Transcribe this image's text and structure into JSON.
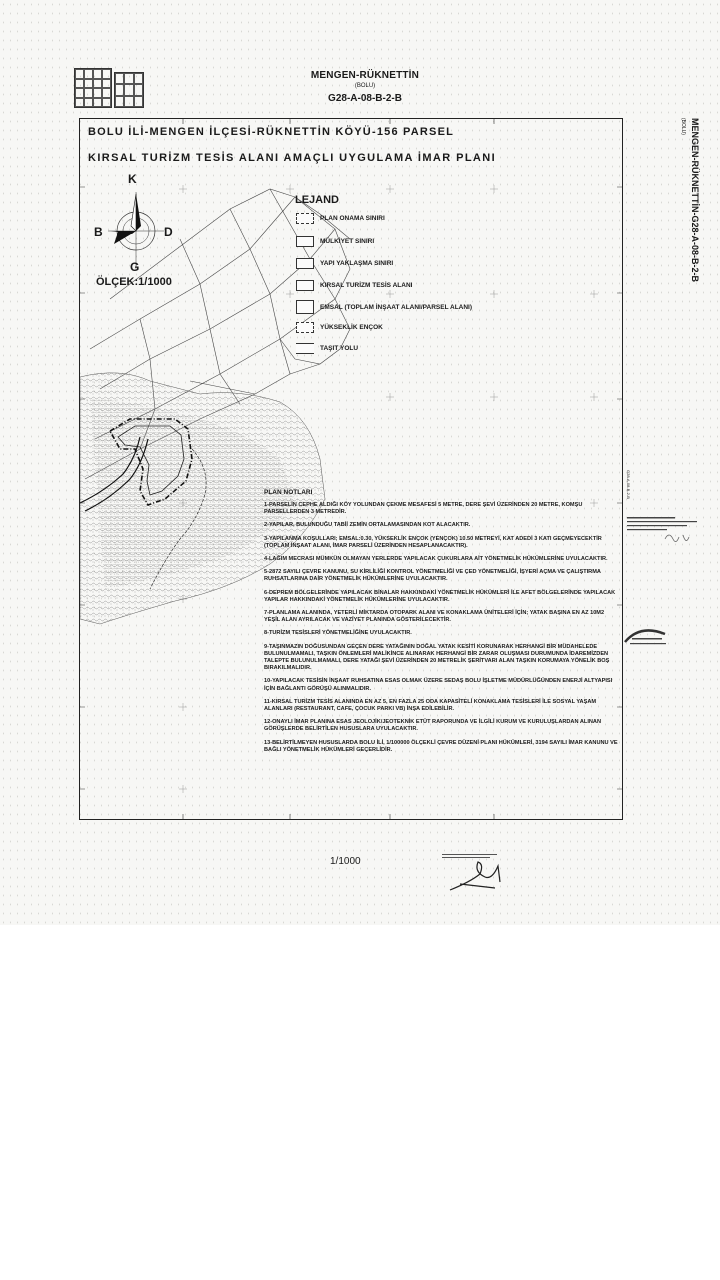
{
  "header": {
    "title": "MENGEN-RÜKNETTİN",
    "subtitle": "(BOLU)",
    "sheet_code": "G28-A-08-B-2-B"
  },
  "plan_title": {
    "line1": "BOLU İLİ-MENGEN İLÇESİ-RÜKNETTİN KÖYÜ-156 PARSEL",
    "line2": "KIRSAL TURİZM TESİS ALANI AMAÇLI UYGULAMA İMAR PLANI"
  },
  "compass": {
    "north": "K",
    "west": "B",
    "east": "D",
    "south": "G"
  },
  "scale_label": "ÖLÇEK:1/1000",
  "legend": {
    "title": "LEJAND",
    "items": [
      {
        "label": "PLAN ONAMA SINIRI",
        "symbol": "dash-circle"
      },
      {
        "label": "MÜLKİYET SINIRI",
        "symbol": "thin-line"
      },
      {
        "label": "YAPI YAKLAŞMA SINIRI",
        "symbol": "box"
      },
      {
        "label": "KIRSAL TURİZM TESİS ALANI",
        "symbol": "box"
      },
      {
        "label": "EMSAL (TOPLAM İNŞAAT ALANI/PARSEL ALANI)",
        "symbol": "emsal-box"
      },
      {
        "label": "YÜKSEKLİK ENÇOK",
        "symbol": "dash-box"
      },
      {
        "label": "TAŞIT YOLU",
        "symbol": "road"
      }
    ]
  },
  "notes": {
    "title": "PLAN NOTLARI",
    "items": [
      "1-PARSELİN CEPHE ALDIĞI KÖY YOLUNDAN ÇEKME MESAFESİ 5 METRE, DERE ŞEVİ ÜZERİNDEN 20 METRE, KOMŞU PARSELLERDEN 3 METREDİR.",
      "2-YAPILAR, BULUNDUĞU TABİİ ZEMİN ORTALAMASINDAN KOT ALACAKTIR.",
      "3-YAPILANMA KOŞULLARI; EMSAL:0.30, YÜKSEKLİK ENÇOK (YENÇOK) 10.50 METREYİ, KAT ADEDİ 3 KATI GEÇMEYECEKTİR (TOPLAM İNŞAAT ALANI, İMAR PARSELİ ÜZERİNDEN HESAPLANACAKTIR).",
      "4-LAĞIM MECRASI MÜMKÜN OLMAYAN YERLERDE YAPILACAK ÇUKURLARA AİT YÖNETMELİK HÜKÜMLERİNE UYULACAKTIR.",
      "5-2872 SAYILI ÇEVRE KANUNU, SU KİRLİLİĞİ KONTROL YÖNETMELİĞİ VE ÇED YÖNETMELİĞİ, İŞYERİ AÇMA VE ÇALIŞTIRMA RUHSATLARINA DAİR YÖNETMELİK HÜKÜMLERİNE UYULACAKTIR.",
      "6-DEPREM BÖLGELERİNDE YAPILACAK BİNALAR HAKKINDAKİ YÖNETMELİK HÜKÜMLERİ İLE AFET BÖLGELERİNDE YAPILACAK YAPILAR HAKKINDAKİ YÖNETMELİK HÜKÜMLERİNE UYULACAKTIR.",
      "7-PLANLAMA ALANINDA, YETERLİ MİKTARDA OTOPARK ALANI VE KONAKLAMA ÜNİTELERİ İÇİN; YATAK BAŞINA EN AZ 10M2 YEŞİL ALAN AYRILACAK VE VAZİYET PLANINDA GÖSTERİLECEKTİR.",
      "8-TURİZM TESİSLERİ YÖNETMELİĞİNE UYULACAKTIR.",
      "9-TAŞINMAZIN DOĞUSUNDAN GEÇEN DERE YATAĞININ DOĞAL YATAK KESİTİ KORUNARAK HERHANGİ BİR MÜDAHELEDE BULUNULMAMALI, TAŞKIN ÖNLEMLERİ MALİKİNCE ALINARAK HERHANGİ BİR ZARAR OLUŞMASI DURUMUNDA İDAREMİZDEN TALEPTE BULUNULMAMALI, DERE YATAĞI ŞEVİ ÜZERİNDEN 20 METRELİK ŞERİTVARI ALAN TAŞKIN KORUMAYA YÖNELİK BOŞ BIRAKILMALIDIR.",
      "10-YAPILACAK TESİSİN İNŞAAT RUHSATINA ESAS OLMAK ÜZERE SEDAŞ BOLU İŞLETME MÜDÜRLÜĞÜNDEN ENERJİ ALTYAPISI İÇİN BAĞLANTI GÖRÜŞÜ ALINMALIDIR.",
      "11-KIRSAL TURİZM TESİS ALANINDA EN AZ 5, EN FAZLA 25 ODA KAPASİTELİ KONAKLAMA TESİSLERİ İLE SOSYAL YAŞAM ALANLARI (RESTAURANT, CAFE, ÇOCUK PARKI VB) İNŞA EDİLEBİLİR.",
      "12-ONAYLI İMAR PLANINA ESAS JEOLOJİK/JEOTEKNİK ETÜT RAPORUNDA VE İLGİLİ KURUM VE KURULUŞLARDAN ALINAN GÖRÜŞLERDE BELİRTİLEN HUSUSLARA UYULACAKTIR.",
      "13-BELİRTİLMEYEN HUSUSLARDA BOLU İLİ, 1/100000 ÖLÇEKLİ ÇEVRE DÜZENİ PLANI HÜKÜMLERİ, 3194 SAYILI İMAR KANUNU VE BAĞLI YÖNETMELİK HÜKÜMLERİ GEÇERLİDİR."
    ]
  },
  "bottom_scale": "1/1000",
  "side_label": "MENGEN-RÜKNETTİN-G28-A-08-B-2-B",
  "side_sub": "(BOLU)",
  "right_margin_code": "G28-A-08-B-2-B"
}
